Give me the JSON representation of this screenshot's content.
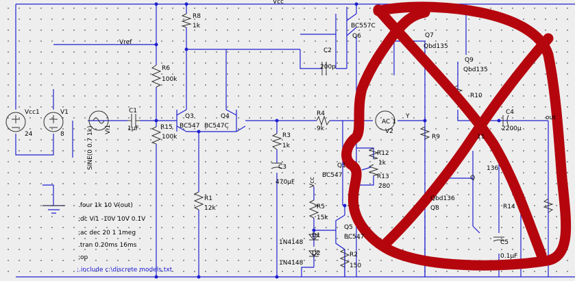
{
  "header": {
    "vcc_top": "Vcc"
  },
  "sources": {
    "vcc1": {
      "name": "Vcc1",
      "value": "24"
    },
    "v1": {
      "name": "V1",
      "value": "8"
    },
    "vi1": {
      "name": "Vi1",
      "value": "SINE(0 0.7 1k)"
    },
    "v2": {
      "name": "V2",
      "value": "AC 1"
    },
    "vcc_local": "Vcc"
  },
  "nets": {
    "vref": "Vref",
    "y": "Y",
    "out": "out"
  },
  "transistors": {
    "q1": {
      "name": "Q1",
      "model": "BC547"
    },
    "q3": {
      "name": "Q3",
      "model": "BC547"
    },
    "q4": {
      "name": "Q4",
      "model": "BC547C"
    },
    "q5": {
      "name": "Q5",
      "model": "BC547"
    },
    "q6": {
      "name": "Q6",
      "model": "BC557C"
    },
    "q7": {
      "name": "Q7",
      "model": "Qbd135"
    },
    "q8": {
      "name": "Q8",
      "model": "Qbd136"
    },
    "q9": {
      "name": "Q9",
      "model": "Qbd135"
    },
    "q_partial": {
      "name": "Q",
      "model": "136"
    }
  },
  "resistors": {
    "r1": {
      "name": "R1",
      "value": "12k"
    },
    "r2": {
      "name": "R2",
      "value": "150"
    },
    "r3": {
      "name": "R3",
      "value": "1k"
    },
    "r4": {
      "name": "R4",
      "value": "9k"
    },
    "r5": {
      "name": "R5",
      "value": "15k"
    },
    "r6": {
      "name": "R6",
      "value": "100k"
    },
    "r8": {
      "name": "R8",
      "value": "1k"
    },
    "r9": {
      "name": "R9"
    },
    "r10": {
      "name": "R10"
    },
    "r12": {
      "name": "R12",
      "value": "1k"
    },
    "r13": {
      "name": "R13",
      "value": "280"
    },
    "r14": {
      "name": "R14"
    },
    "r15": {
      "name": "R15",
      "value": "100k"
    },
    "r11": {
      "name": "11"
    }
  },
  "capacitors": {
    "c1": {
      "name": "C1",
      "value": "1µF"
    },
    "c2": {
      "name": "C2",
      "value": "200p"
    },
    "c3": {
      "name": "C3",
      "value": "470µF"
    },
    "c4": {
      "name": "C4",
      "value": "2200µ"
    },
    "c5": {
      "name": "C5",
      "value": "0.1µF"
    }
  },
  "diodes": {
    "d1": {
      "name": "D1",
      "model": "1N4148"
    },
    "d2": {
      "name": "D2",
      "model": "1N4148"
    }
  },
  "directives": [
    ".four 1k 10 V(out)",
    ";dc Vi1 -10V 10V 0.1V",
    ";ac dec 20 1 1meg",
    ".tran 0.20ms 16ms",
    ";op",
    ";.include c:\\discrete models.txt"
  ],
  "colors": {
    "wire": "#1f1fd1",
    "scribble": "#b5060e",
    "background": "#eeeeee"
  }
}
